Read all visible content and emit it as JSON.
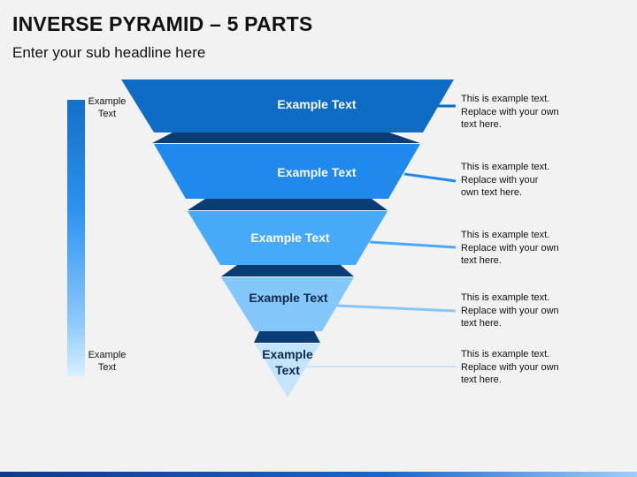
{
  "title": "INVERSE PYRAMID – 5 PARTS",
  "subtitle": "Enter your sub headline here",
  "scale": {
    "top_label": "Example\nText",
    "bottom_label": "Example\nText"
  },
  "layers": [
    {
      "label": "Example Text",
      "description": "This is example text. Replace with your own text here.",
      "color": "#0e6cc4",
      "shadow": "#0b3d75"
    },
    {
      "label": "Example Text",
      "description": "This is example text. Replace with your own text here.",
      "color": "#2089ee",
      "shadow": "#0b3d75"
    },
    {
      "label": "Example Text",
      "description": "This is example text. Replace with your own text here.",
      "color": "#46aaf9",
      "shadow": "#0b3d75"
    },
    {
      "label": "Example Text",
      "description": "This is example text. Replace with your own text here.",
      "color": "#84c7fb",
      "shadow": "#0b3d75"
    },
    {
      "label": "Example Text",
      "description": "This is example text. Replace with your own text here.",
      "color": "#c4e4fb",
      "shadow": "#0b3d75"
    }
  ]
}
